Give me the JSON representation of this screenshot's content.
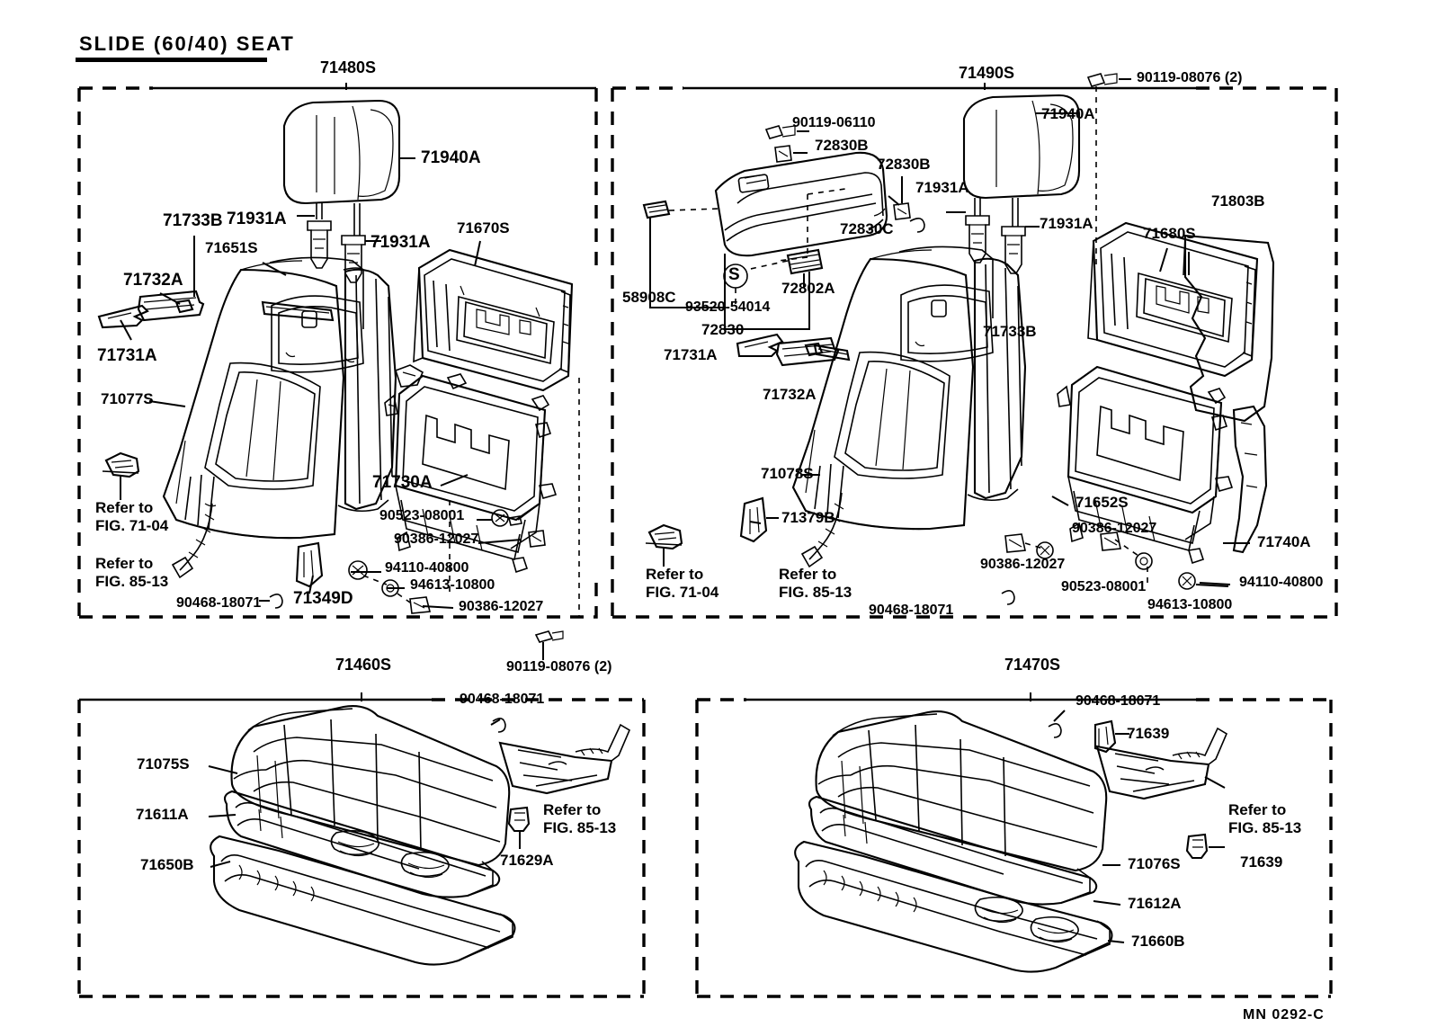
{
  "document": {
    "title": "SLIDE (60/40) SEAT",
    "footer_code": "MN  0292-C"
  },
  "panels": [
    {
      "id": "panel-top-left",
      "code": "71480S"
    },
    {
      "id": "panel-top-right",
      "code": "71490S"
    },
    {
      "id": "panel-bottom-left",
      "code": "71460S"
    },
    {
      "id": "panel-bottom-right",
      "code": "71470S"
    }
  ],
  "labels": {
    "tl": {
      "p71480S": "71480S",
      "p71940A": "71940A",
      "p71733B": "71733B",
      "p71931A_a": "71931A",
      "p71931A_b": "71931A",
      "p71651S": "71651S",
      "p71670S": "71670S",
      "p71732A": "71732A",
      "p71731A": "71731A",
      "p71077S": "71077S",
      "p71730A": "71730A",
      "p90523": "90523-08001",
      "p90386_a": "90386-12027",
      "p94110": "94110-40800",
      "p94613": "94613-10800",
      "p90386_b": "90386-12027",
      "p71349D": "71349D",
      "p90468": "90468-18071",
      "refer7104_1": "Refer to",
      "refer7104_2": "FIG. 71-04",
      "refer8513_1": "Refer to",
      "refer8513_2": "FIG. 85-13",
      "p90119_outer": "90119-08076 (2)"
    },
    "tr": {
      "p71490S": "71490S",
      "p90119_top": "90119-08076 (2)",
      "p90119_06110": "90119-06110",
      "p72830B_a": "72830B",
      "p72830B_b": "72830B",
      "p72830C": "72830C",
      "p72802A": "72802A",
      "p58908C": "58908C",
      "p93520": "93520-54014",
      "p72830": "72830",
      "p71940A": "71940A",
      "p71931A_a": "71931A",
      "p71931A_b": "71931A",
      "p71803B": "71803B",
      "p71680S": "71680S",
      "p71733B": "71733B",
      "p71731A": "71731A",
      "p71732A": "71732A",
      "p71078S": "71078S",
      "p71379B": "71379B",
      "p71652S": "71652S",
      "p90386_a": "90386-12027",
      "p90386_b": "90386-12027",
      "p90523": "90523-08001",
      "p94110": "94110-40800",
      "p94613": "94613-10800",
      "p71740A": "71740A",
      "p90468": "90468-18071",
      "refer7104_1": "Refer to",
      "refer7104_2": "FIG. 71-04",
      "refer8513_1": "Refer to",
      "refer8513_2": "FIG. 85-13"
    },
    "bl": {
      "p71460S": "71460S",
      "p90468": "90468-18071",
      "p71075S": "71075S",
      "p71611A": "71611A",
      "p71650B": "71650B",
      "p71629A": "71629A",
      "refer8513_1": "Refer to",
      "refer8513_2": "FIG. 85-13"
    },
    "br": {
      "p71470S": "71470S",
      "p90468": "90468-18071",
      "p71639_a": "71639",
      "p71639_b": "71639",
      "p71076S": "71076S",
      "p71612A": "71612A",
      "p71660B": "71660B",
      "refer8513_1": "Refer to",
      "refer8513_2": "FIG. 85-13"
    }
  },
  "symbols": {
    "s_circle": "S"
  }
}
